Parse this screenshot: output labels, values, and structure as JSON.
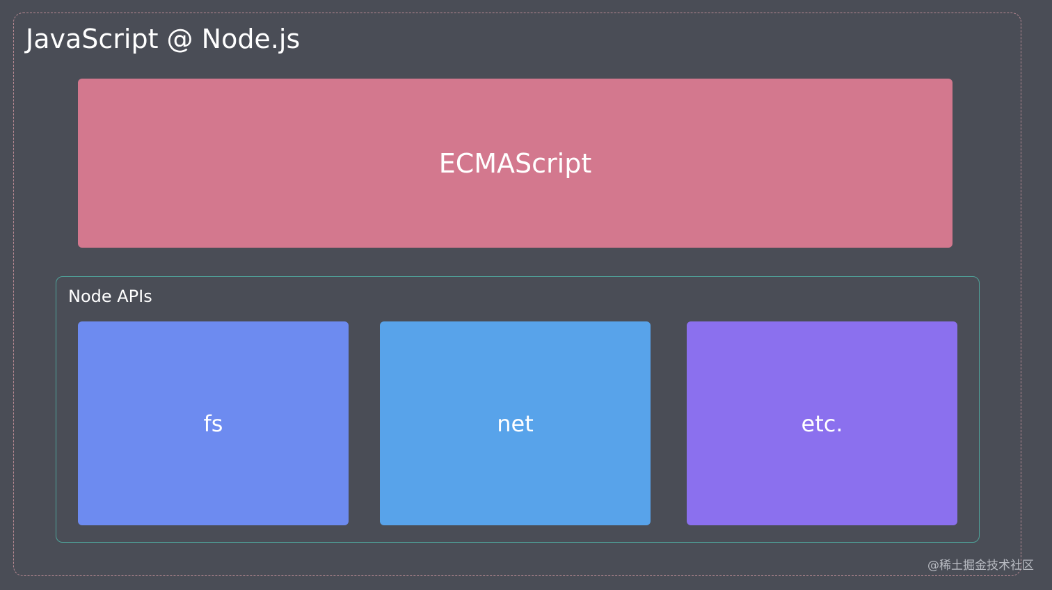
{
  "title": "JavaScript @ Node.js",
  "ecmascript": {
    "label": "ECMAScript",
    "color": "#d3788e"
  },
  "node_apis": {
    "label": "Node APIs",
    "border_color": "#4fa39a",
    "modules": [
      {
        "label": "fs",
        "color": "#6d8bf0"
      },
      {
        "label": "net",
        "color": "#58a3ea"
      },
      {
        "label": "etc.",
        "color": "#8b70ee"
      }
    ]
  },
  "frame_border_color": "#b98a93",
  "background_color": "#4a4d56",
  "watermark": "@稀土掘金技术社区"
}
